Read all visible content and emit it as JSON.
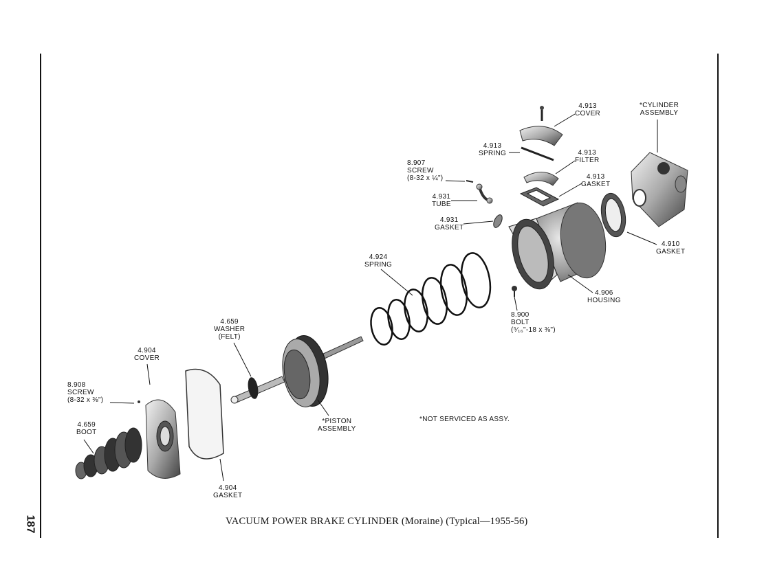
{
  "page_number": "187",
  "caption": "VACUUM POWER BRAKE CYLINDER (Moraine) (Typical—1955-56)",
  "note": "*NOT SERVICED AS ASSY.",
  "parts": [
    {
      "id": "cover-top",
      "num": "4.913",
      "name": "COVER",
      "extra": ""
    },
    {
      "id": "cylinder-assembly",
      "num": "",
      "name": "*CYLINDER",
      "extra": "ASSEMBLY"
    },
    {
      "id": "spring-small",
      "num": "4.913",
      "name": "SPRING",
      "extra": ""
    },
    {
      "id": "filter",
      "num": "4.913",
      "name": "FILTER",
      "extra": ""
    },
    {
      "id": "screw-8907",
      "num": "8.907",
      "name": "SCREW",
      "extra": "(8-32 x ¼\")"
    },
    {
      "id": "gasket-4913",
      "num": "4.913",
      "name": "GASKET",
      "extra": ""
    },
    {
      "id": "tube",
      "num": "4.931",
      "name": "TUBE",
      "extra": ""
    },
    {
      "id": "gasket-4931",
      "num": "4.931",
      "name": "GASKET",
      "extra": ""
    },
    {
      "id": "gasket-4910",
      "num": "4.910",
      "name": "GASKET",
      "extra": ""
    },
    {
      "id": "spring-4924",
      "num": "4.924",
      "name": "SPRING",
      "extra": ""
    },
    {
      "id": "housing",
      "num": "4.906",
      "name": "HOUSING",
      "extra": ""
    },
    {
      "id": "bolt",
      "num": "8.900",
      "name": "BOLT",
      "extra": "(⁵⁄₁₆\"-18 x ⅜\")"
    },
    {
      "id": "washer",
      "num": "4.659",
      "name": "WASHER",
      "extra": "(FELT)"
    },
    {
      "id": "cover-4904",
      "num": "4.904",
      "name": "COVER",
      "extra": ""
    },
    {
      "id": "screw-8908",
      "num": "8.908",
      "name": "SCREW",
      "extra": "(8-32 x ⅜\")"
    },
    {
      "id": "boot",
      "num": "4.659",
      "name": "BOOT",
      "extra": ""
    },
    {
      "id": "piston-assembly",
      "num": "",
      "name": "*PISTON",
      "extra": "ASSEMBLY"
    },
    {
      "id": "gasket-4904",
      "num": "4.904",
      "name": "GASKET",
      "extra": ""
    }
  ]
}
